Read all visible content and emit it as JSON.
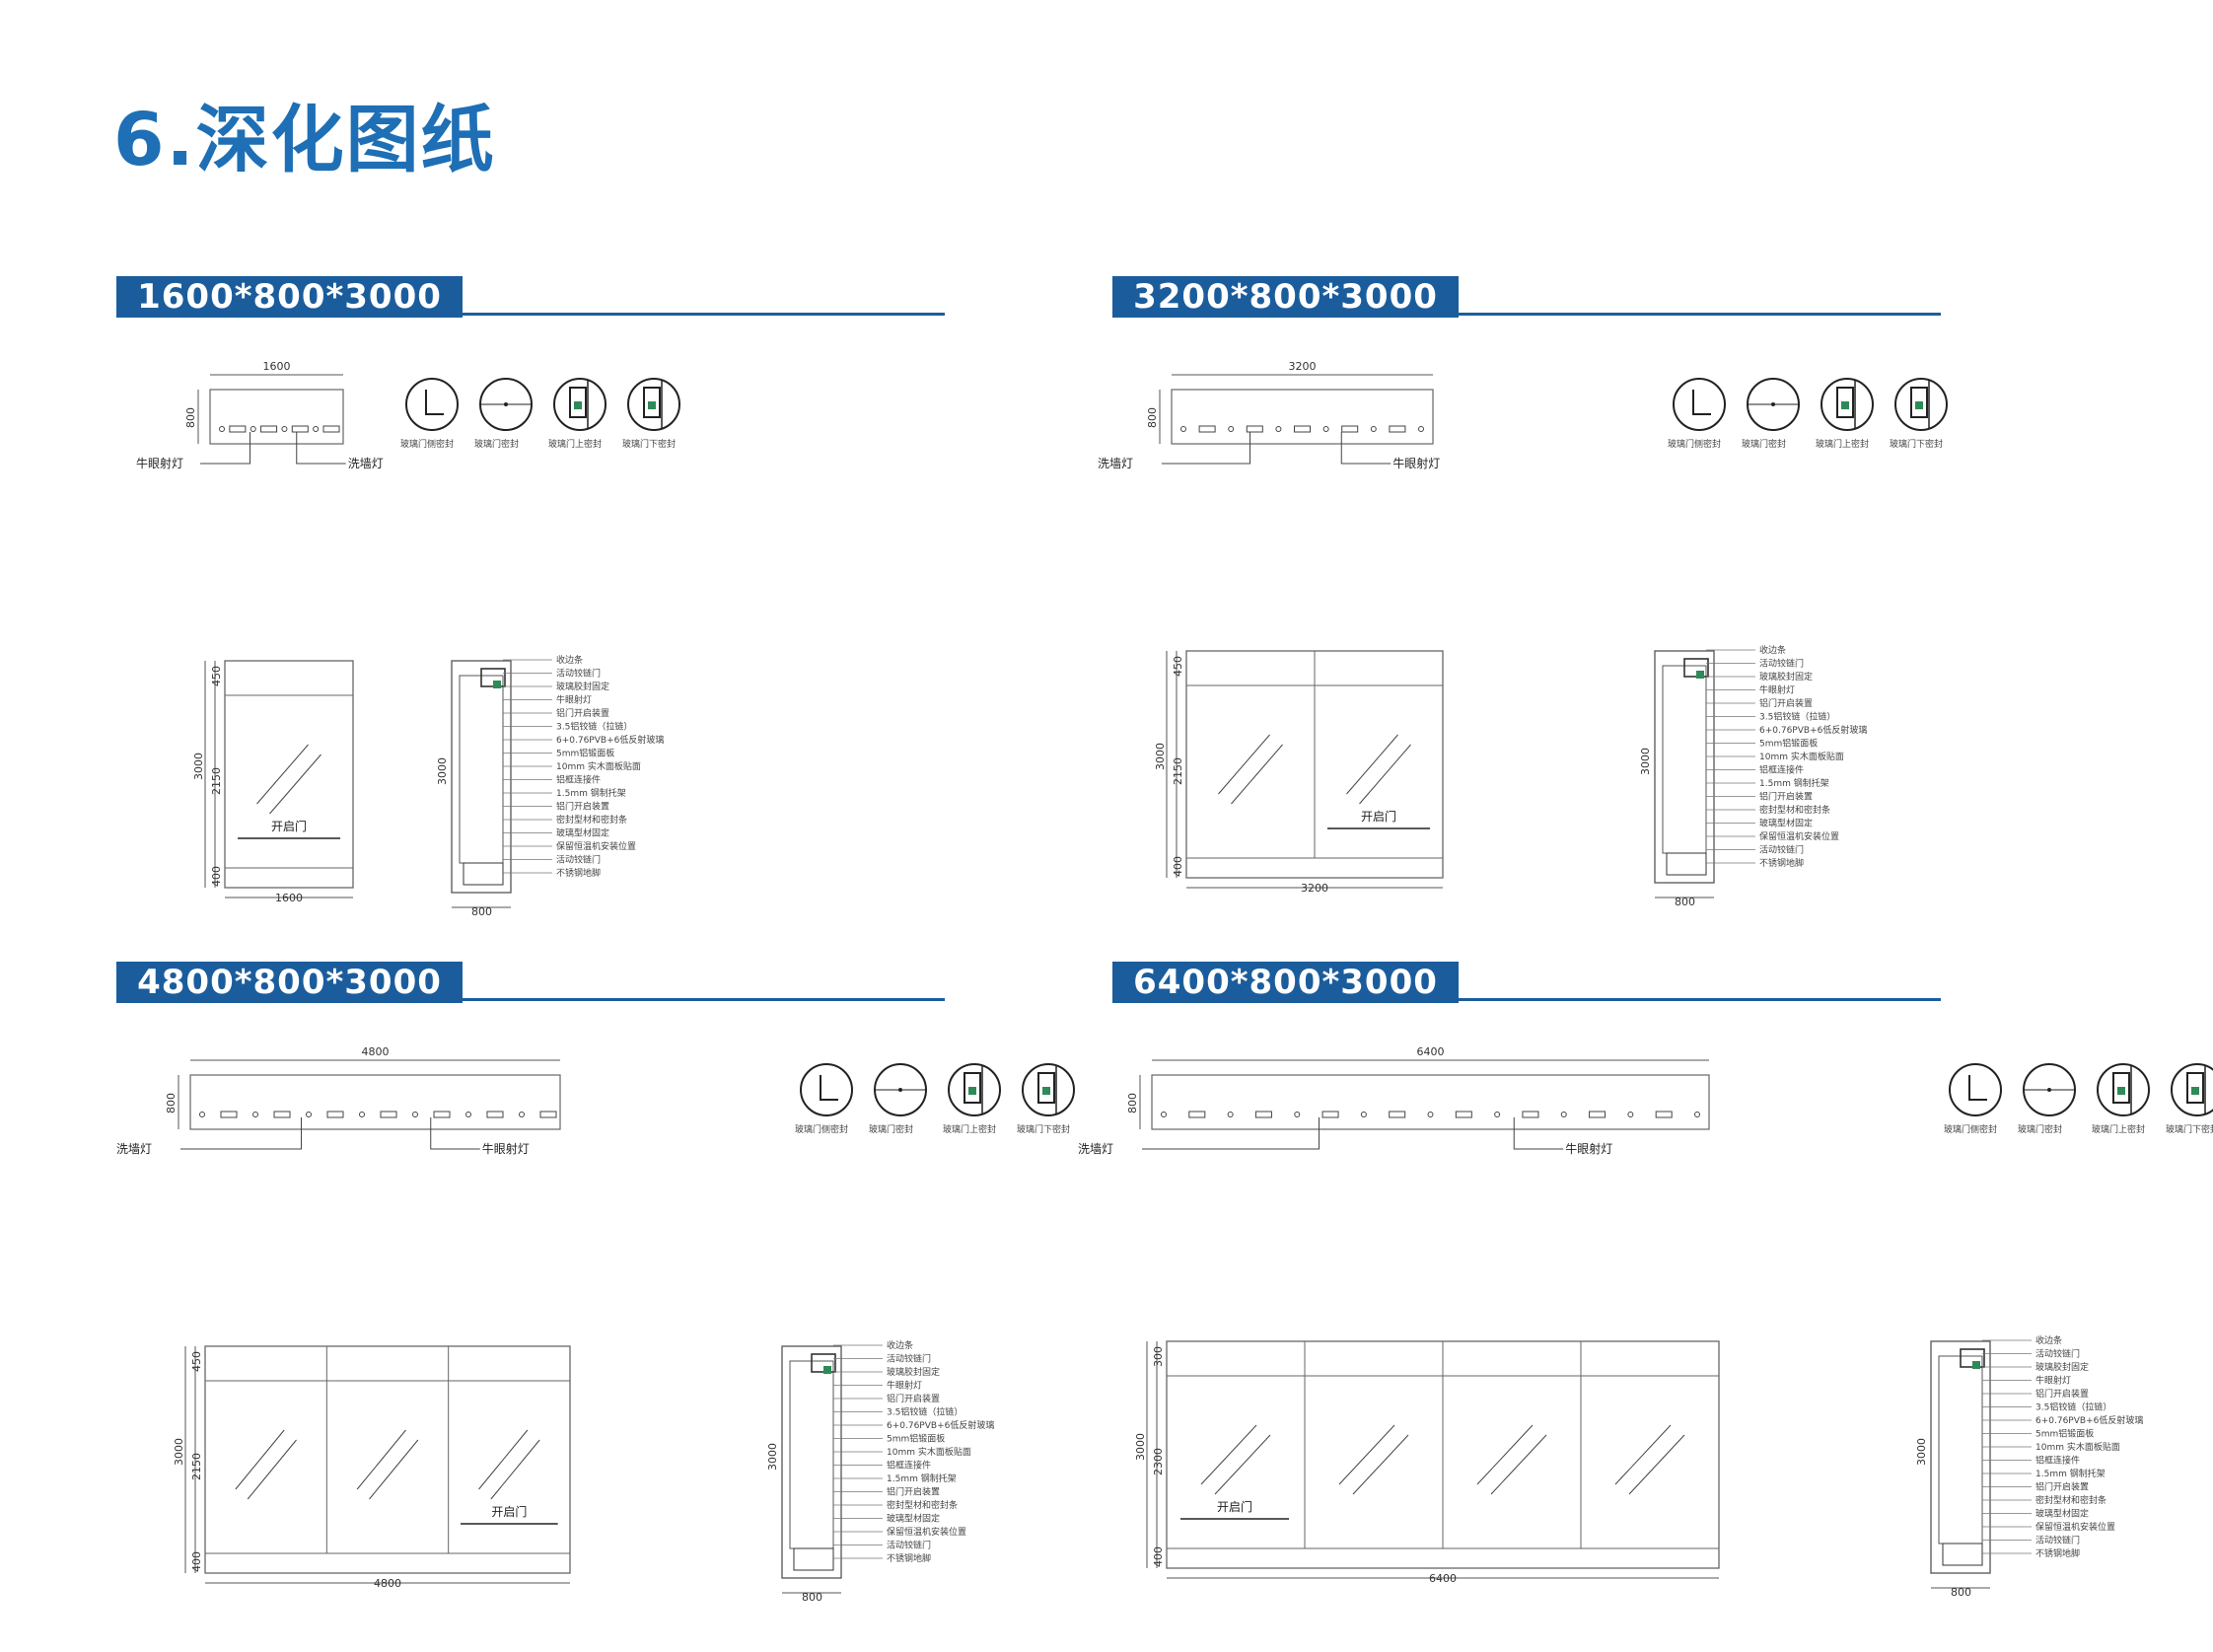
{
  "page": {
    "title": "6.深化图纸"
  },
  "sections": [
    {
      "label": "1600*800*3000",
      "width_dim": "1600",
      "depth_dim": "800",
      "height_dim": "3000",
      "dim_top": "450",
      "dim_mid": "2150",
      "dim_bottom": "400",
      "side_depth": "800",
      "light_a": "牛眼射灯",
      "light_b": "洗墙灯",
      "door_label": "开启门",
      "details": [
        "玻璃门侧密封",
        "玻璃门密封",
        "玻璃门上密封",
        "玻璃门下密封"
      ]
    },
    {
      "label": "3200*800*3000",
      "width_dim": "3200",
      "depth_dim": "800",
      "height_dim": "3000",
      "dim_top": "450",
      "dim_mid": "2150",
      "dim_bottom": "400",
      "side_depth": "800",
      "light_a": "洗墙灯",
      "light_b": "牛眼射灯",
      "door_label": "开启门",
      "details": [
        "玻璃门侧密封",
        "玻璃门密封",
        "玻璃门上密封",
        "玻璃门下密封"
      ]
    },
    {
      "label": "4800*800*3000",
      "width_dim": "4800",
      "depth_dim": "800",
      "height_dim": "3000",
      "dim_top": "450",
      "dim_mid": "2150",
      "dim_bottom": "400",
      "side_depth": "800",
      "light_a": "洗墙灯",
      "light_b": "牛眼射灯",
      "door_label": "开启门",
      "details": [
        "玻璃门侧密封",
        "玻璃门密封",
        "玻璃门上密封",
        "玻璃门下密封"
      ]
    },
    {
      "label": "6400*800*3000",
      "width_dim": "6400",
      "depth_dim": "800",
      "height_dim": "3000",
      "dim_top": "300",
      "dim_mid": "2300",
      "dim_bottom": "400",
      "side_depth": "800",
      "light_a": "洗墙灯",
      "light_b": "牛眼射灯",
      "door_label": "开启门",
      "details": [
        "玻璃门侧密封",
        "玻璃门密封",
        "玻璃门上密封",
        "玻璃门下密封"
      ]
    }
  ],
  "annotations": [
    "收边条",
    "活动铰链门",
    "玻璃胶封固定",
    "牛眼射灯",
    "铝门开启装置",
    "3.5铝铰链（拉链）",
    "6+0.76PVB+6低反射玻璃",
    "5mm铝锻面板",
    "10mm 实木面板贴面",
    "铝框连接件",
    "1.5mm 钢制托架",
    "铝门开启装置",
    "密封型材和密封条",
    "玻璃型材固定",
    "保留恒温机安装位置",
    "活动铰链门",
    "不锈钢地脚"
  ]
}
